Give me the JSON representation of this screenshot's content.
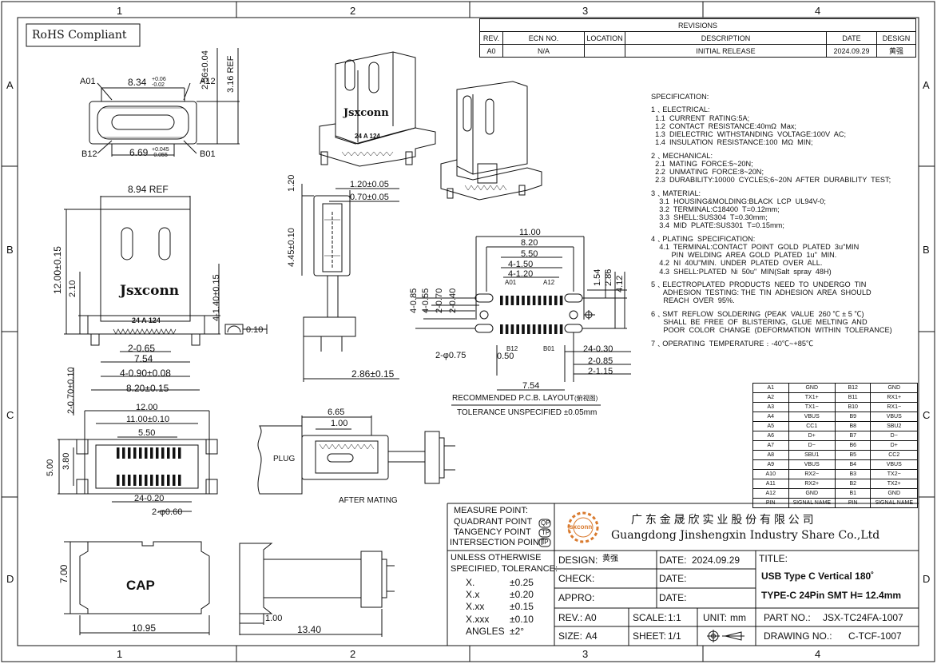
{
  "frame": {
    "columns": [
      "1",
      "2",
      "3",
      "4"
    ],
    "rows": [
      "A",
      "B",
      "C",
      "D"
    ]
  },
  "rohs": "RoHS Compliant",
  "revisions": {
    "title": "REVISIONS",
    "headers": [
      "REV.",
      "ECN NO.",
      "LOCATION",
      "DESCRIPTION",
      "DATE",
      "DESIGN"
    ],
    "rows": [
      [
        "A0",
        "N/A",
        "",
        "INITIAL RELEASE",
        "2024.09.29",
        "黄强"
      ]
    ]
  },
  "top_view": {
    "pin_a01": "A01",
    "pin_a12": "A12",
    "pin_b12": "B12",
    "pin_b01": "B01",
    "dim_width": "8.34",
    "dim_width_tol_up": "+0.06",
    "dim_width_tol_dn": "-0.02",
    "dim_inner": "6.69",
    "dim_inner_tol_up": "+0.045",
    "dim_inner_tol_dn": "-0.055",
    "dim_h1": "2.56±0.04",
    "dim_h2": "3.16 REF"
  },
  "front_view": {
    "ref": "8.94 REF",
    "height": "12.00±0.15",
    "side": "2.10",
    "tab": "4-1.40±0.15",
    "flatness": "0.10",
    "brand": "Jsxconn",
    "code": "24 A 124",
    "d1": "2-0.65",
    "d2": "7.54",
    "d3": "4-0.90±0.08",
    "d4": "8.20±0.15",
    "d5": "2-0.70±0.10"
  },
  "side_view": {
    "d1": "1.20±0.05",
    "d2": "0.70±0.05",
    "d3": "1.20",
    "d4": "4.45±0.10",
    "d5": "2.86±0.15"
  },
  "iso_label": {
    "brand": "Jsxconn",
    "code": "24 A 124"
  },
  "pcb": {
    "d1": "11.00",
    "d2": "8.20",
    "d3": "5.50",
    "d4": "4-1.50",
    "d5": "4-1.20",
    "d6": "1.54",
    "d7": "2.86",
    "d8": "4.12",
    "d9": "4-0.85",
    "d10": "4-0.55",
    "d11": "2-0.70",
    "d12": "2-0.40",
    "a01": "A01",
    "a12": "A12",
    "b12": "B12",
    "b01": "B01",
    "d13": "2-φ0.75",
    "d14": "0.50",
    "d15": "24-0.30",
    "d16": "2-0.85",
    "d17": "2-1.15",
    "d18": "7.54",
    "title": "RECOMMENDED   P.C.B.  LAYOUT",
    "title_cn": "(俯视图)",
    "tolerance": "TOLERANCE  UNSPECIFIED  ±0.05mm"
  },
  "spec": {
    "lines": [
      "SPECIFICATION:",
      "",
      "1﹑ELECTRICAL:",
      "  1.1  CURRENT  RATING:5A;",
      "  1.2  CONTACT  RESISTANCE:40mΩ  Max;",
      "  1.3  DIELECTRIC  WITHSTANDING  VOLTAGE:100V  AC;",
      "  1.4  INSULATION  RESISTANCE:100  MΩ  MIN;",
      "",
      "2﹑MECHANICAL:",
      "  2.1  MATING  FORCE:5~20N;",
      "  2.2  UNMATING  FORCE:8~20N;",
      "  2.3  DURABILITY:10000  CYCLES;6~20N  AFTER  DURABILITY  TEST;",
      "",
      "3﹑MATERIAL:",
      "    3.1  HOUSING&MOLDING:BLACK  LCP  UL94V-0;",
      "    3.2  TERMINAL:C18400  T=0.12mm;",
      "    3.3  SHELL:SUS304  T=0.30mm;",
      "    3.4  MID  PLATE:SUS301  T=0.15mm;",
      "",
      "4﹑PLATING  SPECIFICATION:",
      "    4.1  TERMINAL:CONTACT  POINT  GOLD  PLATED  3u\"MIN",
      "          PIN  WELDING  AREA  GOLD  PLATED  1u\"  MIN.",
      "    4.2  NI  40U\"MIN.  UNDER  PLATED  OVER  ALL.",
      "    4.3  SHELL:PLATED  Ni  50u\"  MIN(Salt  spray  48H)",
      "",
      "5﹑ELECTROPLATED  PRODUCTS  NEED  TO  UNDERGO  TIN",
      "      ADHESION  TESTING: THE  TIN  ADHESION  AREA  SHOULD",
      "      REACH  OVER  95%.",
      "",
      "6﹑SMT  REFLOW  SOLDERING  (PEAK  VALUE  260 ℃ ± 5 ℃)",
      "      SHALL  BE  FREE  OF  BLISTERING,  GLUE  MELTING  AND",
      "      POOR  COLOR  CHANGE  (DEFORMATION  WITHIN  TOLERANCE)",
      "",
      "7﹑OPERATING  TEMPERATURE﹕-40℃~+85℃"
    ]
  },
  "pin_table": {
    "rows": [
      [
        "A1",
        "GND",
        "B12",
        "GND"
      ],
      [
        "A2",
        "TX1+",
        "B11",
        "RX1+"
      ],
      [
        "A3",
        "TX1−",
        "B10",
        "RX1−"
      ],
      [
        "A4",
        "VBUS",
        "B9",
        "VBUS"
      ],
      [
        "A5",
        "CC1",
        "B8",
        "SBU2"
      ],
      [
        "A6",
        "D+",
        "B7",
        "D−"
      ],
      [
        "A7",
        "D−",
        "B6",
        "D+"
      ],
      [
        "A8",
        "SBU1",
        "B5",
        "CC2"
      ],
      [
        "A9",
        "VBUS",
        "B4",
        "VBUS"
      ],
      [
        "A10",
        "RX2−",
        "B3",
        "TX2−"
      ],
      [
        "A11",
        "RX2+",
        "B2",
        "TX2+"
      ],
      [
        "A12",
        "GND",
        "B1",
        "GND"
      ],
      [
        "PIN",
        "SIGNAL NAME",
        "PIN",
        "SIGNAL NAME"
      ]
    ]
  },
  "bottom_view": {
    "d1": "12.00",
    "d2": "11.00±0.10",
    "d3": "5.50",
    "d4": "5.00",
    "d5": "3.80",
    "d6": "24-0.20",
    "d7": "2-φ0.60"
  },
  "mating": {
    "d1": "6.65",
    "d2": "1.00",
    "plug": "PLUG",
    "caption": "AFTER  MATING"
  },
  "cap": {
    "label": "CAP",
    "d1": "7.00",
    "d2": "10.95",
    "d3": "1.00",
    "d4": "13.40"
  },
  "legend": {
    "l1": "MEASURE  POINT:",
    "l2": "QUADRANT  POINT",
    "l2b": "QP",
    "l3": "TANGENCY  POINT",
    "l3b": "TP",
    "l4": "INTERSECTION  POINT",
    "l4b": "IP"
  },
  "company": {
    "logo": "jsxconn",
    "cn": "广 东 金 晟 欣 实 业 股 份 有 限 公 司",
    "en": "Guangdong Jinshengxin Industry Share Co.,Ltd"
  },
  "tolerances": {
    "title1": "UNLESS  OTHERWISE",
    "title2": "SPECIFIED,  TOLERANCE:",
    "rows": [
      [
        "X.",
        "±0.25"
      ],
      [
        "X.x",
        "±0.20"
      ],
      [
        "X.xx",
        "±0.15"
      ],
      [
        "X.xxx",
        "±0.10"
      ],
      [
        "ANGLES",
        "±2°"
      ]
    ]
  },
  "title_block": {
    "design_label": "DESIGN:",
    "design_value": "黄强",
    "date_label": "DATE:",
    "date_value": "2024.09.29",
    "check_label": "CHECK:",
    "check_date": "DATE:",
    "appro_label": "APPRO:",
    "appro_date": "DATE:",
    "title_label": "TITLE:",
    "title_1": "USB Type C Vertical 180˚",
    "title_2": "TYPE-C 24Pin SMT H= 12.4mm",
    "rev_label": "REV.:",
    "rev_value": "A0",
    "scale_label": "SCALE:",
    "scale_value": "1:1",
    "unit_label": "UNIT:",
    "unit_value": "mm",
    "part_label": "PART  NO.:",
    "part_value": "JSX-TC24FA-1007",
    "size_label": "SIZE:",
    "size_value": "A4",
    "sheet_label": "SHEET:",
    "sheet_value": "1/1",
    "drawing_label": "DRAWING  NO.:",
    "drawing_value": "C-TCF-1007"
  }
}
